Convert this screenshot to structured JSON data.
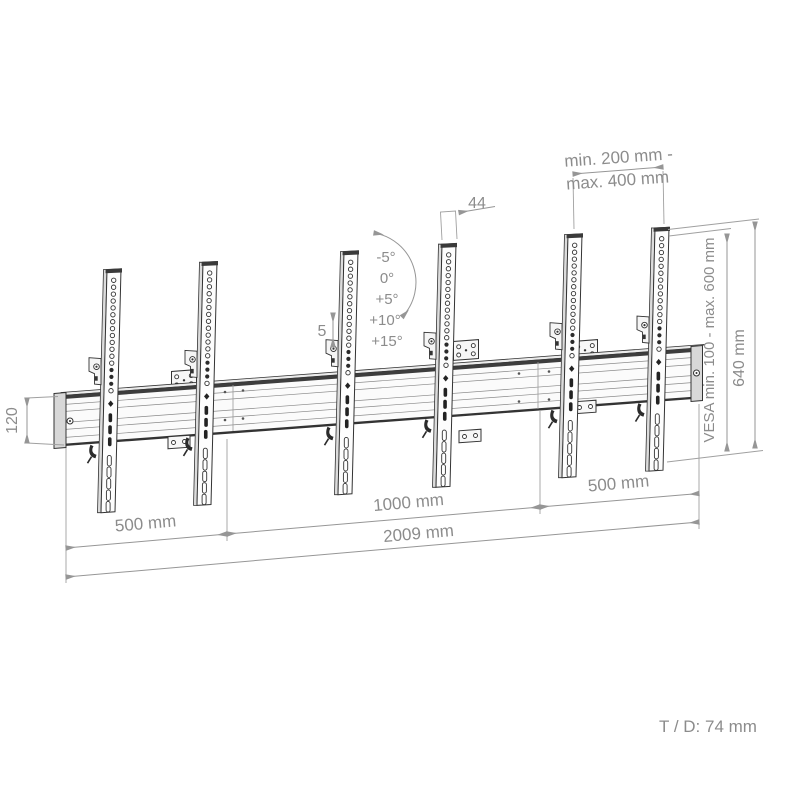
{
  "drawing": {
    "description": "Technical dimension drawing of a multi-display menu board wall mount rail with six vertical VESA strips",
    "colors": {
      "background": "#ffffff",
      "part_outline": "#333333",
      "dimension_lines": "#969696",
      "dimension_text": "#8c8c8c"
    }
  },
  "annotations": {
    "strip_gap_line1": "min. 200 mm -",
    "strip_gap_line2": "max. 400 mm",
    "strip_width": "44",
    "tilt_angles": [
      "-5°",
      "0°",
      "+5°",
      "+10°",
      "+15°"
    ],
    "height_adjust": "5",
    "rail_profile_height": "120",
    "vesa_range": "VESA min. 100 - max. 600 mm",
    "strip_height": "640 mm",
    "left_segment": "500 mm",
    "center_segment": "1000 mm",
    "right_segment": "500 mm",
    "total_width": "2009 mm",
    "depth_note": "T / D: 74 mm"
  }
}
